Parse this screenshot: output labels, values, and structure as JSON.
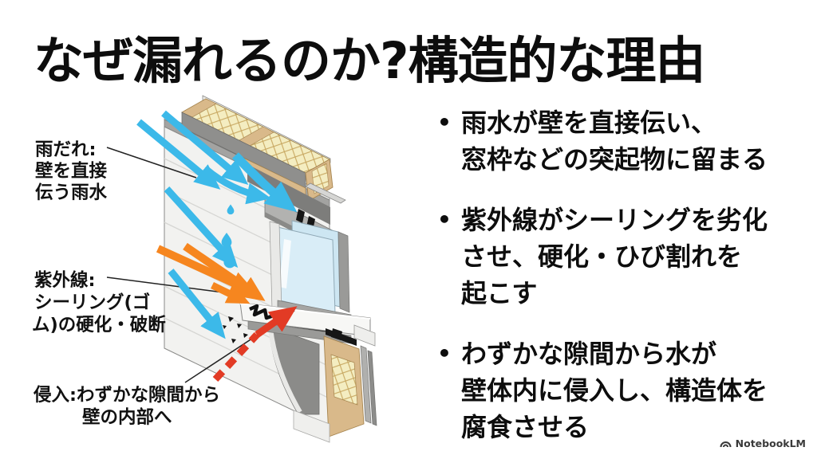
{
  "slide": {
    "title": "なぜ漏れるのか?構造的な理由",
    "background_color": "#ffffff"
  },
  "diagram": {
    "labels": {
      "rain": {
        "lines": [
          "雨だれ:",
          "壁を直接",
          "伝う雨水"
        ]
      },
      "uv": {
        "lines": [
          "紫外線:",
          "シーリング(ゴ",
          "ム)の硬化・破断"
        ]
      },
      "intrusion": {
        "lines": [
          "侵入:わずかな隙間から",
          "壁の内部へ"
        ]
      }
    },
    "colors": {
      "rain_arrow": "#3cb9e9",
      "uv_arrow": "#f6861f",
      "intrusion_arrow": "#e23b25",
      "wall": "#f2f2f0",
      "sheathing": "#8f8f8d",
      "soffit": "#7d7d7b",
      "wood": "#d9b98a",
      "insulation": "#f4edc1",
      "glass": "#d9edf7",
      "glass_rear": "#cde6f2",
      "seal": "#161616"
    }
  },
  "bullets": {
    "marker": "•",
    "items": [
      {
        "lines": [
          "雨水が壁を直接伝い、",
          "窓枠などの突起物に留まる"
        ]
      },
      {
        "lines": [
          "紫外線がシーリングを劣化",
          "させ、硬化・ひび割れを",
          "起こす"
        ]
      },
      {
        "lines": [
          "わずかな隙間から水が",
          "壁体内に侵入し、構造体を",
          "腐食させる"
        ]
      }
    ]
  },
  "footer": {
    "brand": "NotebookLM"
  }
}
